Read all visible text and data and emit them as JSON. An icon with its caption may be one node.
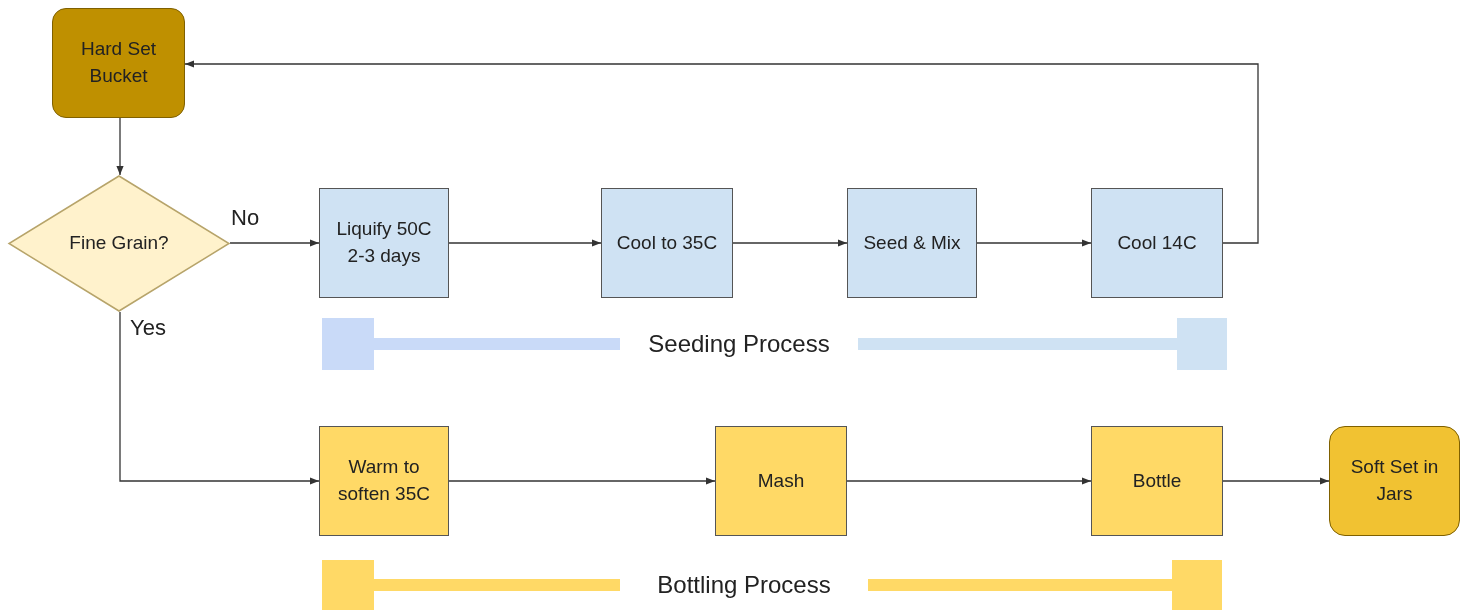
{
  "diagram": {
    "nodes": [
      {
        "text": [
          "Hard Set Bucket"
        ]
      },
      {
        "text": [
          "Fine Grain?"
        ]
      },
      {
        "text": [
          "Liquify 50C 2-3 days"
        ]
      },
      {
        "text": [
          "Cool to 35C"
        ]
      },
      {
        "text": [
          "Seed & Mix"
        ]
      },
      {
        "text": [
          "Cool 14C"
        ]
      },
      {
        "text": [
          "Warm to soften 35C"
        ]
      },
      {
        "text": [
          "Mash"
        ]
      },
      {
        "text": [
          "Bottle"
        ]
      },
      {
        "text": [
          "Soft Set in Jars"
        ]
      }
    ],
    "edges": [
      {
        "from": 0,
        "to": 1,
        "arrow": "to"
      },
      {
        "from": 1,
        "to": 2,
        "arrow": "to",
        "label": "No"
      },
      {
        "from": 2,
        "to": 3,
        "arrow": "to"
      },
      {
        "from": 3,
        "to": 4,
        "arrow": "to"
      },
      {
        "from": 4,
        "to": 5,
        "arrow": "to"
      },
      {
        "from": 5,
        "to": 0,
        "arrow": "to"
      },
      {
        "from": 1,
        "to": 6,
        "arrow": "to",
        "label": "Yes"
      },
      {
        "from": 6,
        "to": 7,
        "arrow": "to"
      },
      {
        "from": 7,
        "to": 8,
        "arrow": "to"
      },
      {
        "from": 8,
        "to": 9,
        "arrow": "to"
      }
    ],
    "labels": [
      "Seeding Process",
      "Bottling Process"
    ]
  }
}
